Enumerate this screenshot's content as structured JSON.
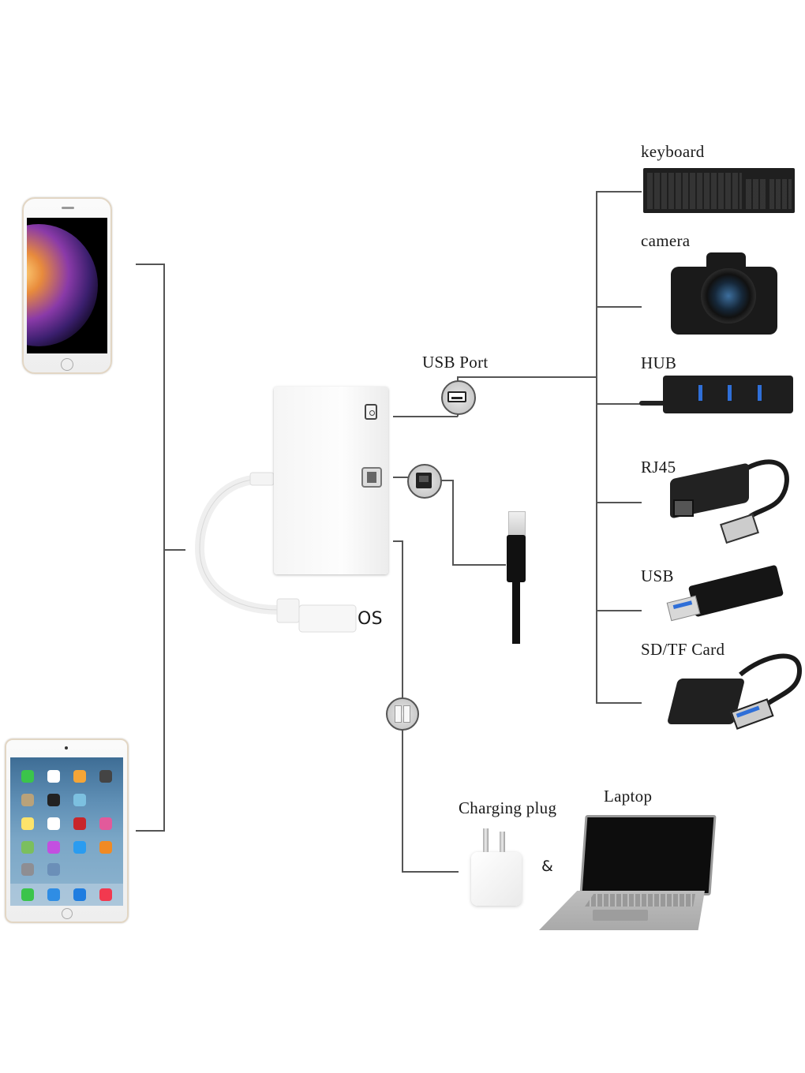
{
  "diagram": {
    "title": "Lightning to USB camera adapter connection diagram",
    "adapter": {
      "label": "OS",
      "ports": [
        "usb-port",
        "rj45-port",
        "lightning-charging-port"
      ]
    },
    "host_devices": [
      {
        "name": "iPhone"
      },
      {
        "name": "iPad"
      }
    ],
    "port_labels": {
      "usb": "USB  Port"
    },
    "usb_devices": [
      {
        "label": "keyboard"
      },
      {
        "label": "camera"
      },
      {
        "label": "HUB"
      },
      {
        "label": "RJ45"
      },
      {
        "label": "USB"
      },
      {
        "label": "SD/TF  Card"
      }
    ],
    "charging": {
      "plug_label": "Charging plug",
      "ampersand": "&",
      "laptop_label": "Laptop"
    },
    "colors": {
      "line": "#555555",
      "background": "#ffffff",
      "device_dark": "#1c1c1c",
      "usb_blue": "#2f6fd8"
    }
  }
}
